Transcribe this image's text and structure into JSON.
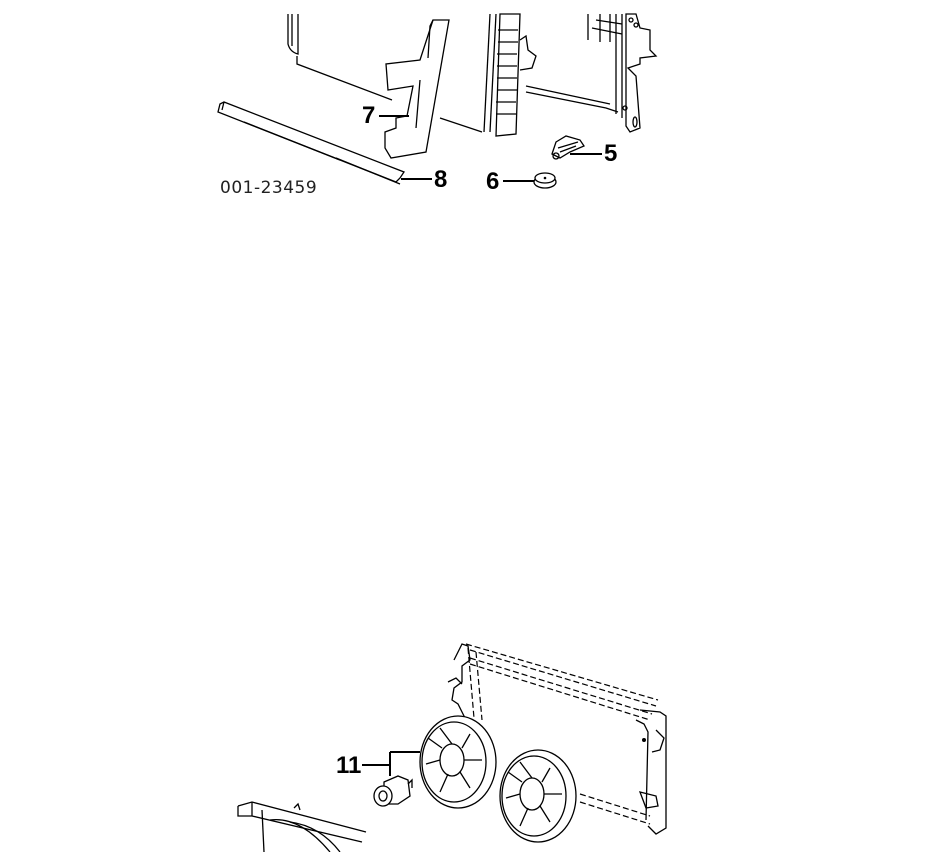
{
  "diagram": {
    "type": "exploded parts illustration",
    "top_section": {
      "drawing_number": "001-23459",
      "callouts": [
        {
          "id": "5",
          "label": "5",
          "part": "bracket clip"
        },
        {
          "id": "6",
          "label": "6",
          "part": "rubber grommet"
        },
        {
          "id": "7",
          "label": "7",
          "part": "side air deflector"
        },
        {
          "id": "8",
          "label": "8",
          "part": "lower air seal strip"
        }
      ]
    },
    "bottom_section": {
      "callouts": [
        {
          "id": "11",
          "label": "11",
          "part": "cooling fan assembly with motor"
        }
      ]
    }
  }
}
